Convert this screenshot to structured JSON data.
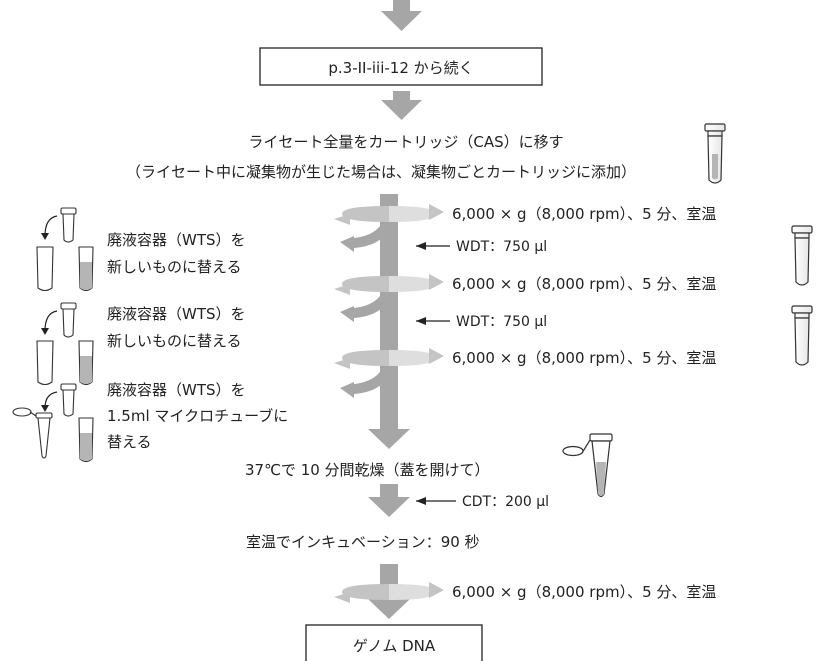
{
  "colors": {
    "arrow": "#a6a6a6",
    "text": "#222222",
    "swirl_dark": "#c4c4c4",
    "swirl_light": "#dedede",
    "tube_fill": "#b5b5b5"
  },
  "start_box": "p.3-II-iii-12 から続く",
  "lysate_text": {
    "line1": "ライセート全量をカートリッジ（CAS）に移す",
    "line2": "（ライセート中に凝集物が生じた場合は、凝集物ごとカートリッジに添加）"
  },
  "centrifuge_steps": [
    {
      "text": "6,000 × g（8,000 rpm）、5 分、室温"
    },
    {
      "text": "6,000 × g（8,000 rpm）、5 分、室温"
    },
    {
      "text": "6,000 × g（8,000 rpm）、5 分、室温"
    },
    {
      "text": "6,000 × g（8,000 rpm）、5 分、室温"
    }
  ],
  "additions": [
    {
      "text": "WDT：750 µl"
    },
    {
      "text": "WDT：750 µl"
    },
    {
      "text": "CDT：200 µl"
    }
  ],
  "waste_notes": [
    {
      "line1": "廃液容器（WTS）を",
      "line2": "新しいものに替える"
    },
    {
      "line1": "廃液容器（WTS）を",
      "line2": "新しいものに替える"
    },
    {
      "line1": "廃液容器（WTS）を",
      "line2": "1.5ml マイクロチューブに",
      "line3": "替える"
    }
  ],
  "dry_text": "37℃で 10 分間乾燥（蓋を開けて）",
  "incubation_text": "室温でインキュベーション：90 秒",
  "end_box": "ゲノム DNA"
}
